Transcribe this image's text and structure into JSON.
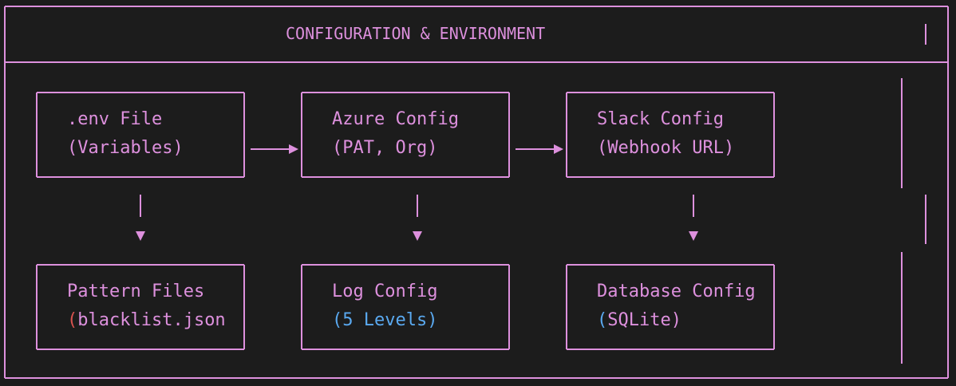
{
  "diagram": {
    "title": "CONFIGURATION & ENVIRONMENT",
    "boxes": [
      {
        "line1": ".env File",
        "line2": "(Variables)"
      },
      {
        "line1": "Azure Config",
        "line2": "(PAT, Org)"
      },
      {
        "line1": "Slack Config",
        "line2": "(Webhook URL)"
      },
      {
        "line1": "Pattern Files",
        "paren": "(",
        "line2": "blacklist.json"
      },
      {
        "line1": "Log Config",
        "paren": "(",
        "line2": "5 Levels)"
      },
      {
        "line1": "Database Config",
        "paren": "(",
        "line2": "SQLite)"
      }
    ],
    "colors": {
      "line": "#dd90dd",
      "background": "#1c1c1c",
      "accent_red": "#d9534f",
      "accent_blue": "#5aa9f0"
    }
  }
}
